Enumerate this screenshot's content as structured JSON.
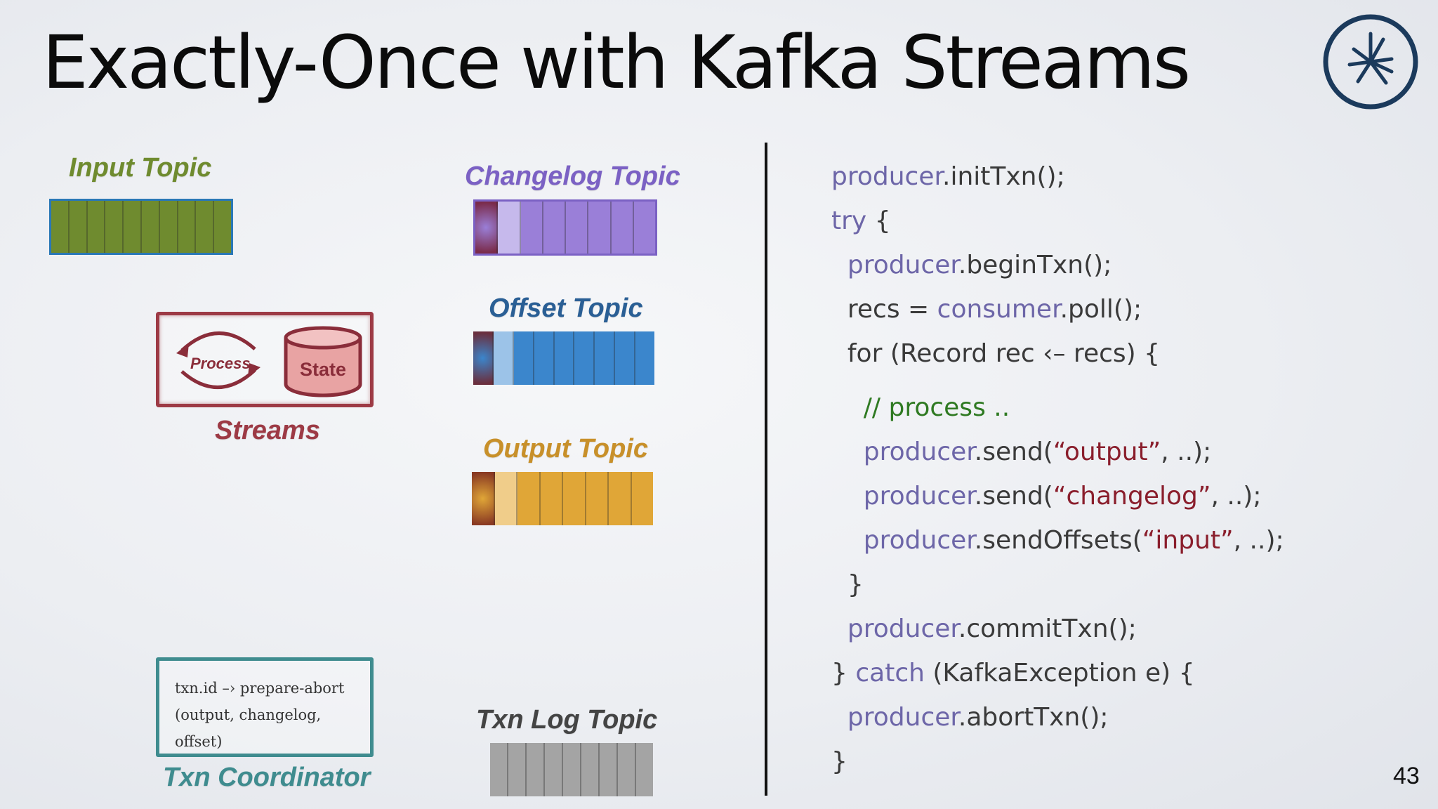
{
  "title": "Exactly-Once with Kafka Streams",
  "page_number": "43",
  "logo_icon": "starburst-circle-logo",
  "topics": {
    "input": {
      "label": "Input Topic",
      "color": "#6f8b2f",
      "label_color": "#6f8b2f",
      "border": "#2a78b6",
      "segments": 10
    },
    "changelog": {
      "label": "Changelog Topic",
      "color": "#9a7fd8",
      "label_color": "#7b61c4",
      "segments": 8
    },
    "offset": {
      "label": "Offset Topic",
      "color": "#3b86cc",
      "label_color": "#2a5f95",
      "segments": 9
    },
    "output": {
      "label": "Output Topic",
      "color": "#e0a637",
      "label_color": "#c8902a",
      "segments": 8
    },
    "txn_log": {
      "label": "Txn Log Topic",
      "color": "#a4a4a4",
      "label_color": "#444444",
      "segments": 9
    }
  },
  "streams": {
    "label": "Streams",
    "process_label": "Process",
    "state_label": "State",
    "color": "#9d3a45"
  },
  "coordinator": {
    "label": "Txn Coordinator",
    "line1": "txn.id –› prepare-abort",
    "line2": "(output, changelog, offset)",
    "color": "#3f8c8f"
  },
  "code_lines": [
    [
      {
        "t": "producer",
        "c": "kw"
      },
      {
        "t": ".initTxn();"
      }
    ],
    [
      {
        "t": "try",
        "c": "kw"
      },
      {
        "t": " {"
      }
    ],
    [
      {
        "t": "  "
      },
      {
        "t": "producer",
        "c": "kw"
      },
      {
        "t": ".beginTxn();"
      }
    ],
    [
      {
        "t": "  recs = "
      },
      {
        "t": "consumer",
        "c": "kw"
      },
      {
        "t": ".poll();"
      }
    ],
    [
      {
        "t": "  for (Record rec ‹– recs) {"
      }
    ],
    [
      {
        "t": "    "
      },
      {
        "t": "// process ..",
        "c": "cm"
      }
    ],
    [
      {
        "t": "    "
      },
      {
        "t": "producer",
        "c": "kw"
      },
      {
        "t": ".send("
      },
      {
        "t": "“output”",
        "c": "str"
      },
      {
        "t": ", ..);"
      }
    ],
    [
      {
        "t": "    "
      },
      {
        "t": "producer",
        "c": "kw"
      },
      {
        "t": ".send("
      },
      {
        "t": "“changelog”",
        "c": "str"
      },
      {
        "t": ", ..);"
      }
    ],
    [
      {
        "t": "    "
      },
      {
        "t": "producer",
        "c": "kw"
      },
      {
        "t": ".sendOffsets("
      },
      {
        "t": "“input”",
        "c": "str"
      },
      {
        "t": ", ..);"
      }
    ],
    [
      {
        "t": "  }"
      }
    ],
    [
      {
        "t": "  "
      },
      {
        "t": "producer",
        "c": "kw"
      },
      {
        "t": ".commitTxn();"
      }
    ],
    [
      {
        "t": "} "
      },
      {
        "t": "catch",
        "c": "kw"
      },
      {
        "t": " (KafkaException e) {"
      }
    ],
    [
      {
        "t": "  "
      },
      {
        "t": "producer",
        "c": "kw"
      },
      {
        "t": ".abortTxn();"
      }
    ],
    [
      {
        "t": "}"
      }
    ]
  ]
}
